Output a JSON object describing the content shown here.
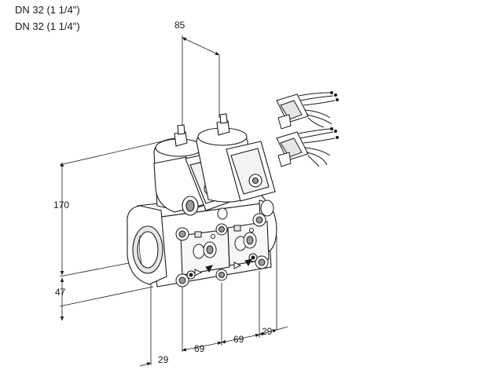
{
  "header": {
    "line1": "DN 32 (1 1/4\")",
    "line2": "DN 32 (1 1/4\")"
  },
  "dimensions": {
    "top_spacing": "85",
    "height": "170",
    "lower_height": "47",
    "offset_left": "29",
    "spacing_a": "69",
    "spacing_b": "69",
    "offset_right": "29"
  },
  "colors": {
    "line": "#1a1a1a",
    "body_fill": "#ffffff",
    "shadow": "#9a9a9a"
  }
}
